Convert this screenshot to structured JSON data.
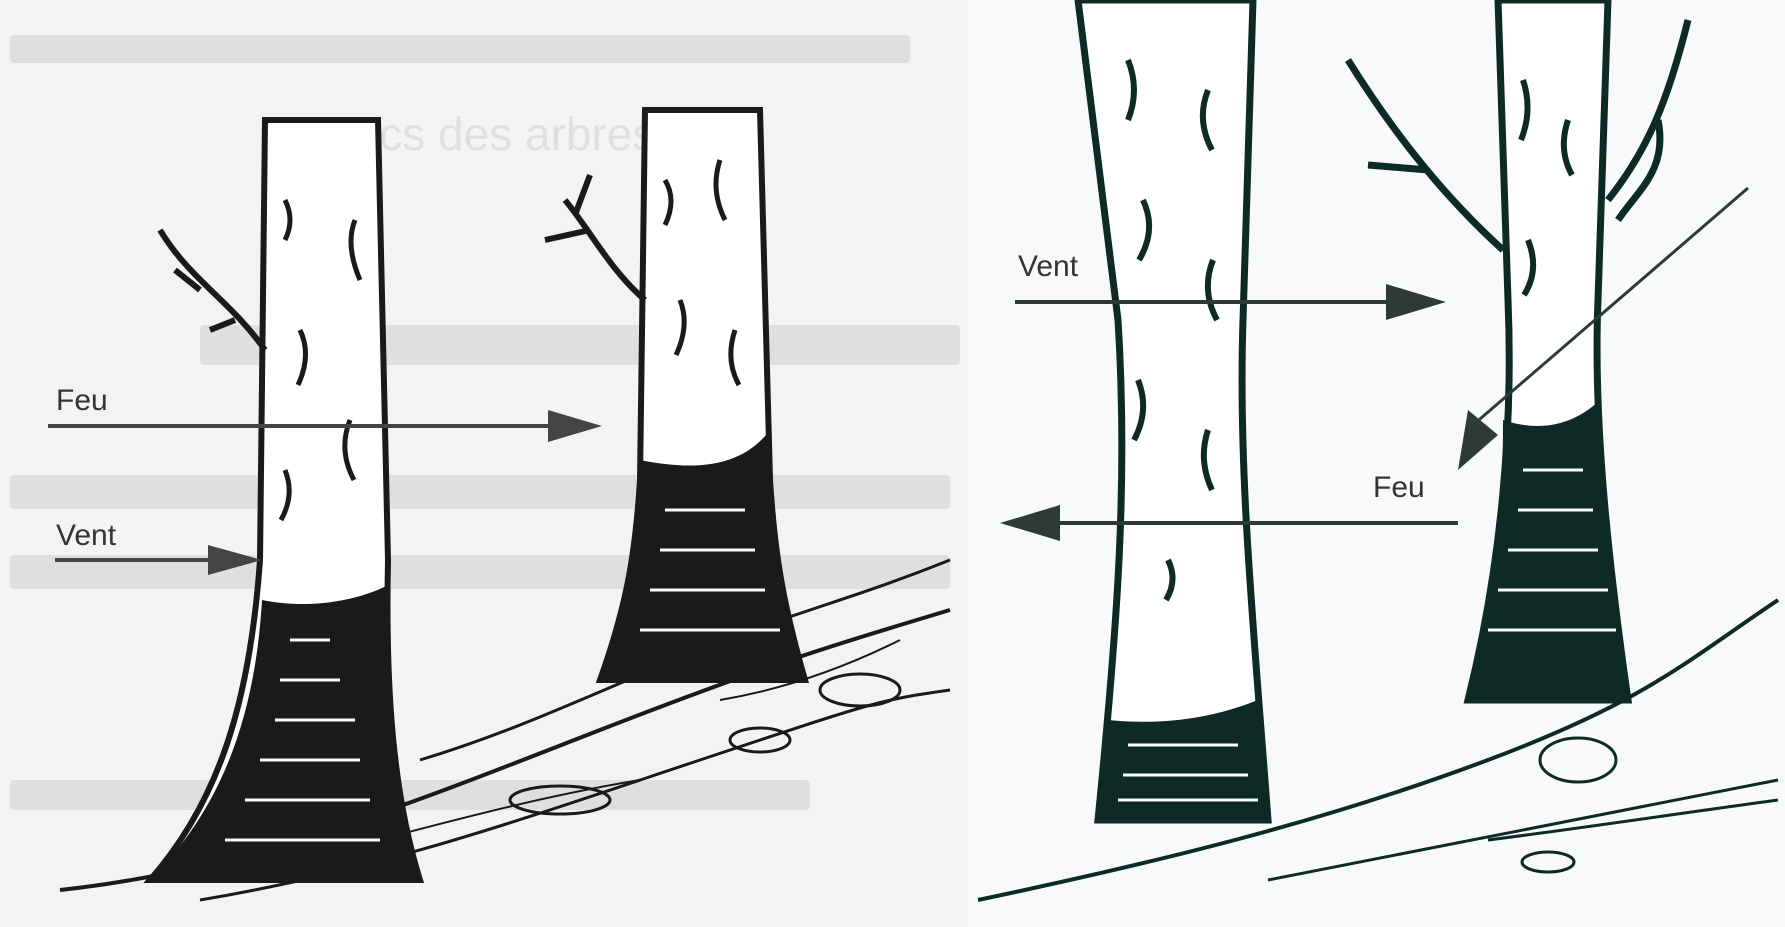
{
  "left_panel": {
    "labels": {
      "fire": "Feu",
      "wind": "Vent"
    },
    "bleed_text": [
      "troncs des arbres"
    ],
    "colors": {
      "ink": "#1a1a1a",
      "paper": "#f3f3f3",
      "arrow": "#444444"
    }
  },
  "right_panel": {
    "labels": {
      "wind": "Vent",
      "fire": "Feu"
    },
    "colors": {
      "ink": "#0e2a26",
      "paper": "#f7faf9",
      "arrow": "#2e3a38"
    }
  }
}
